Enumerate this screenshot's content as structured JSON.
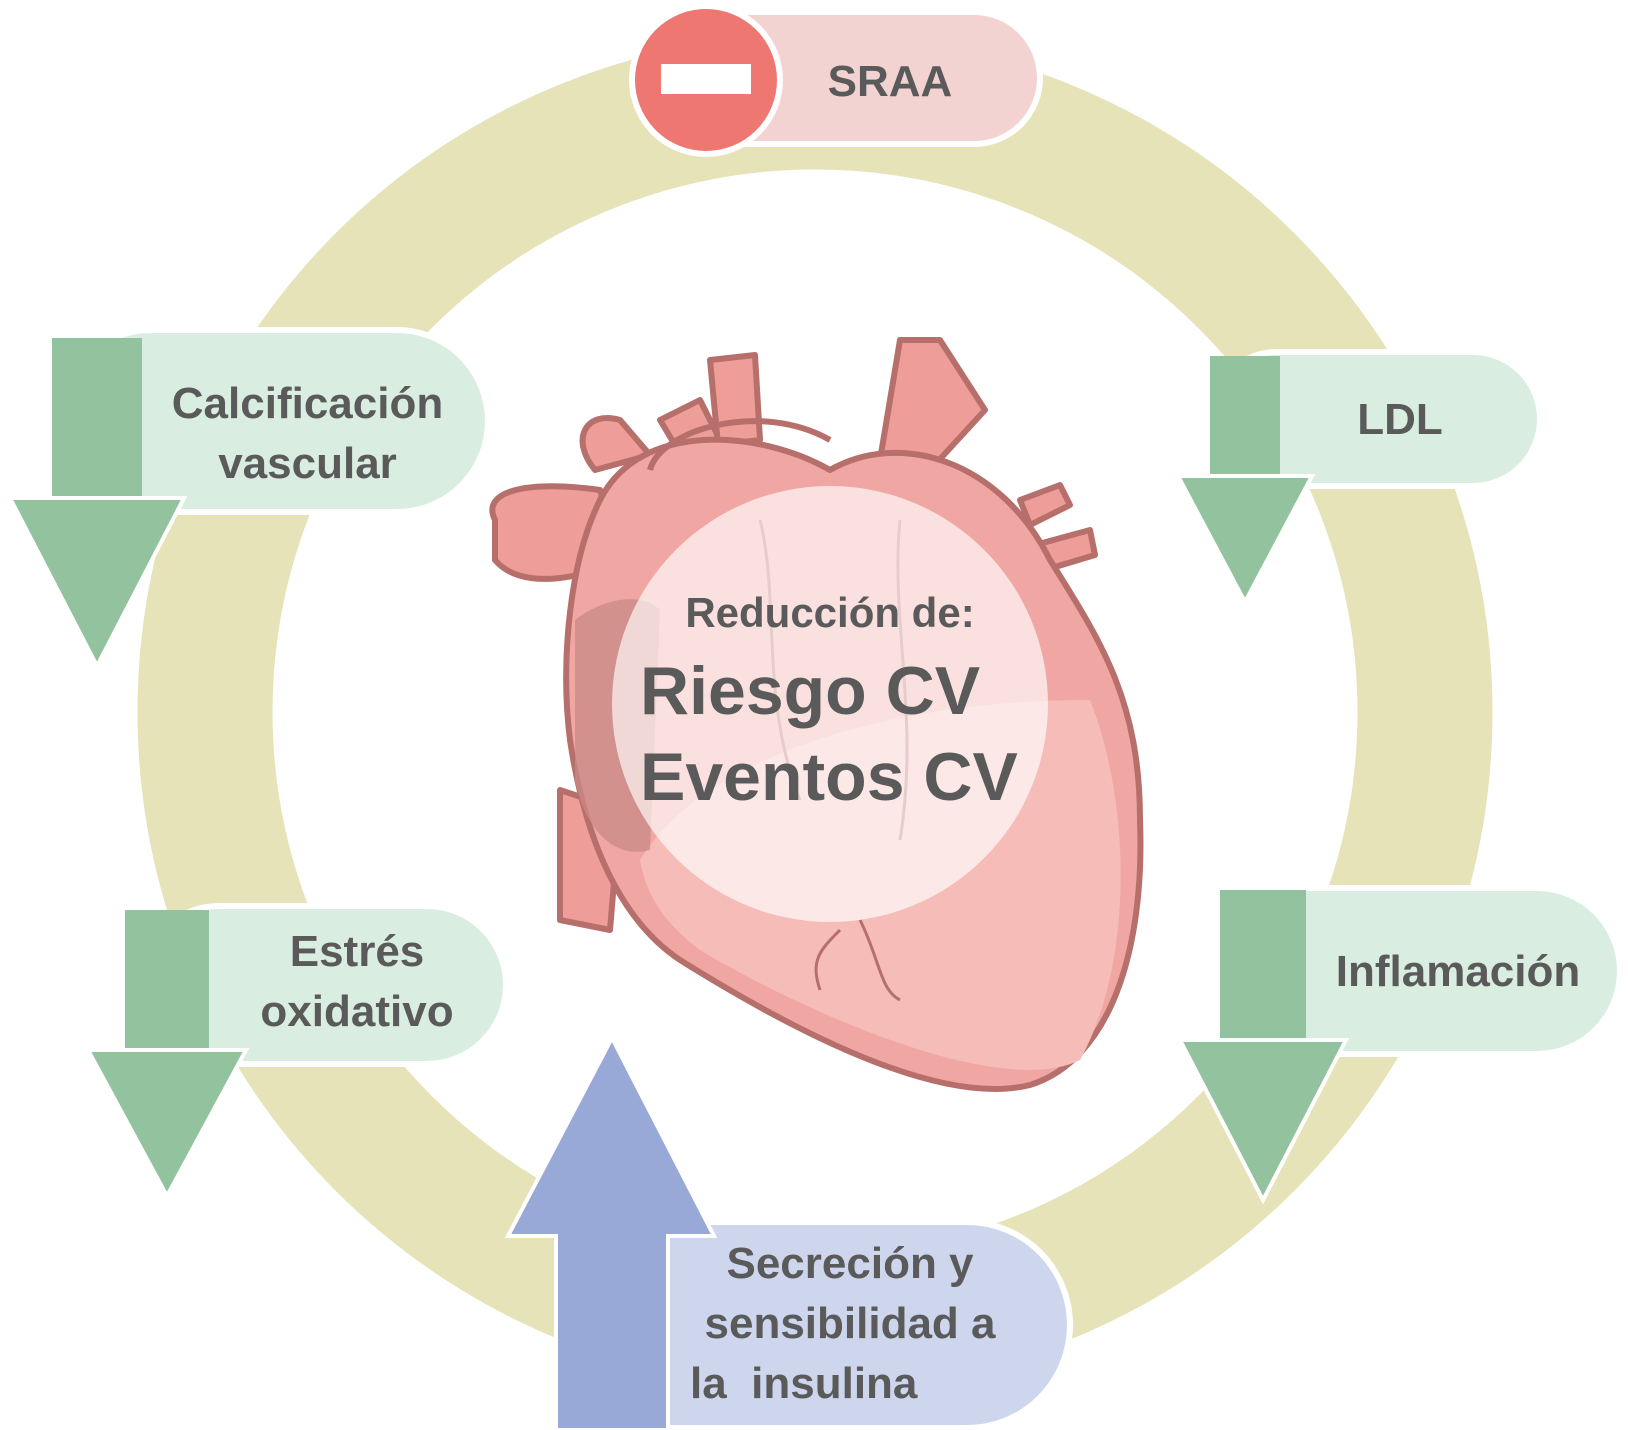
{
  "center": {
    "subtitle": "Reducción de:",
    "line1": "Riesgo CV",
    "line2": "Eventos CV"
  },
  "nodes": {
    "sraa": {
      "label": "SRAA",
      "indicator": "minus-icon"
    },
    "ldl": {
      "label": "LDL",
      "indicator": "down-arrow-icon"
    },
    "inflamacion": {
      "label": "Inflamación",
      "indicator": "down-arrow-icon"
    },
    "insulina": {
      "line1": "Secreción y",
      "line2": "sensibilidad a",
      "line3": "la  insulina",
      "indicator": "up-arrow-icon"
    },
    "estres": {
      "line1": "Estrés",
      "line2": "oxidativo",
      "indicator": "down-arrow-icon"
    },
    "calcificacion": {
      "line1": "Calcificación",
      "line2": "vascular",
      "indicator": "down-arrow-icon"
    }
  },
  "colors": {
    "ring": "#e6e3b9",
    "decrease_arrow": "#93c29e",
    "decrease_pill": "#d9eee0",
    "increase_arrow": "#98a9d8",
    "increase_pill": "#cdd6ed",
    "inhibit_circle": "#ee7871",
    "inhibit_pill": "#f3d3d2",
    "heart": "#f0a7a3",
    "heart_outline": "#b76f6b",
    "text": "#5a5a5a"
  }
}
